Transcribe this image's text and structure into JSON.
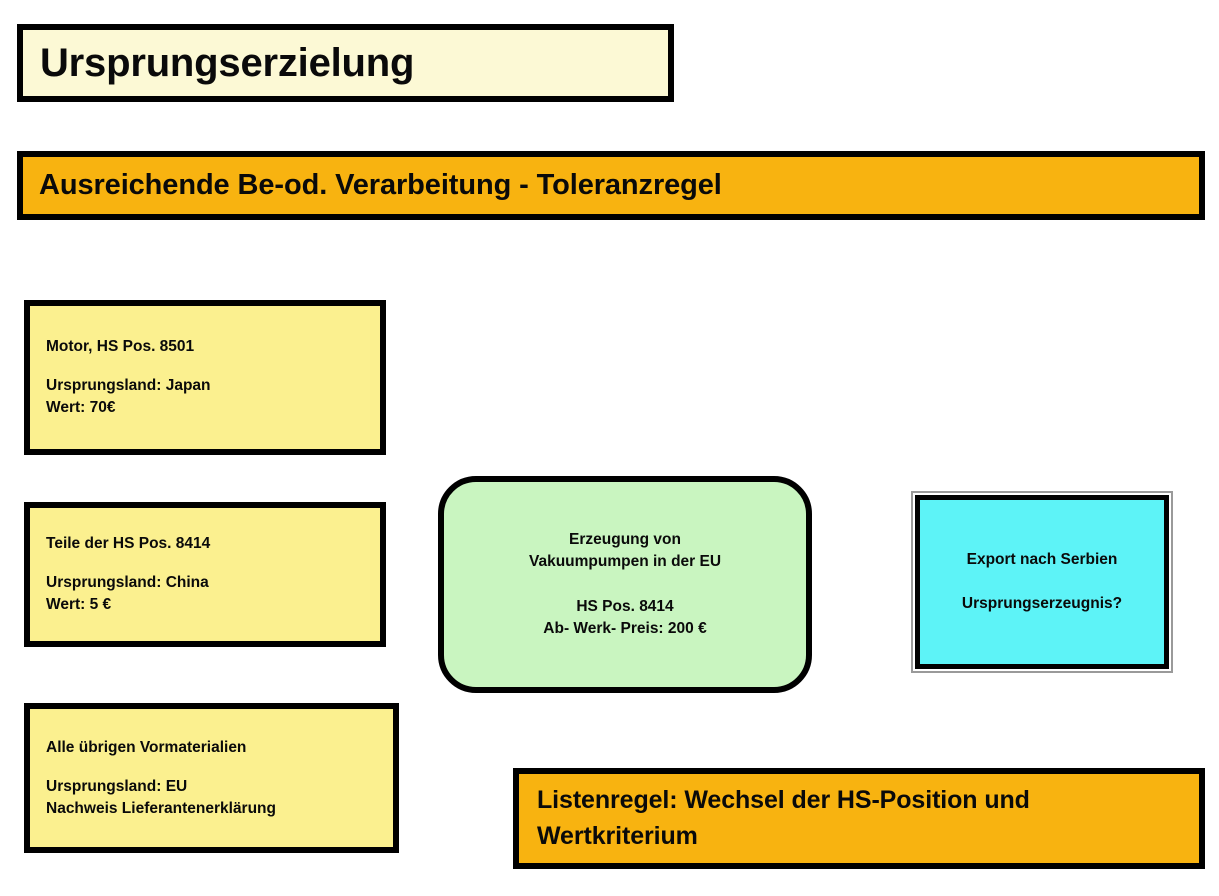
{
  "slide": {
    "title": "Ursprungserzielung",
    "header": "Ausreichende Be-od. Verarbeitung - Toleranzregel",
    "rule": {
      "line1": "Listenregel: Wechsel der HS-Position und",
      "line2": "Wertkriterium"
    }
  },
  "materials": [
    {
      "name": "Motor, HS Pos. 8501",
      "origin": "Ursprungsland: Japan",
      "value": "Wert: 70€"
    },
    {
      "name": "Teile der HS Pos. 8414",
      "origin": "Ursprungsland: China",
      "value": "Wert: 5 €"
    },
    {
      "name": "Alle übrigen Vormaterialien",
      "origin": "Ursprungsland: EU",
      "value": "Nachweis Lieferantenerklärung"
    }
  ],
  "production": {
    "line1": "Erzeugung von",
    "line2": "Vakuumpumpen in der EU",
    "line3": "HS Pos. 8414",
    "line4": "Ab- Werk- Preis: 200 €"
  },
  "export": {
    "line1": "Export nach Serbien",
    "line2": "Ursprungserzeugnis?"
  },
  "colors": {
    "title_fill": "#fcf9d5",
    "header_fill": "#f8b310",
    "material_fill": "#fbf08f",
    "production_fill": "#c9f5c0",
    "export_fill": "#5df3f7",
    "border": "#000000",
    "page_background": "#ffffff"
  }
}
